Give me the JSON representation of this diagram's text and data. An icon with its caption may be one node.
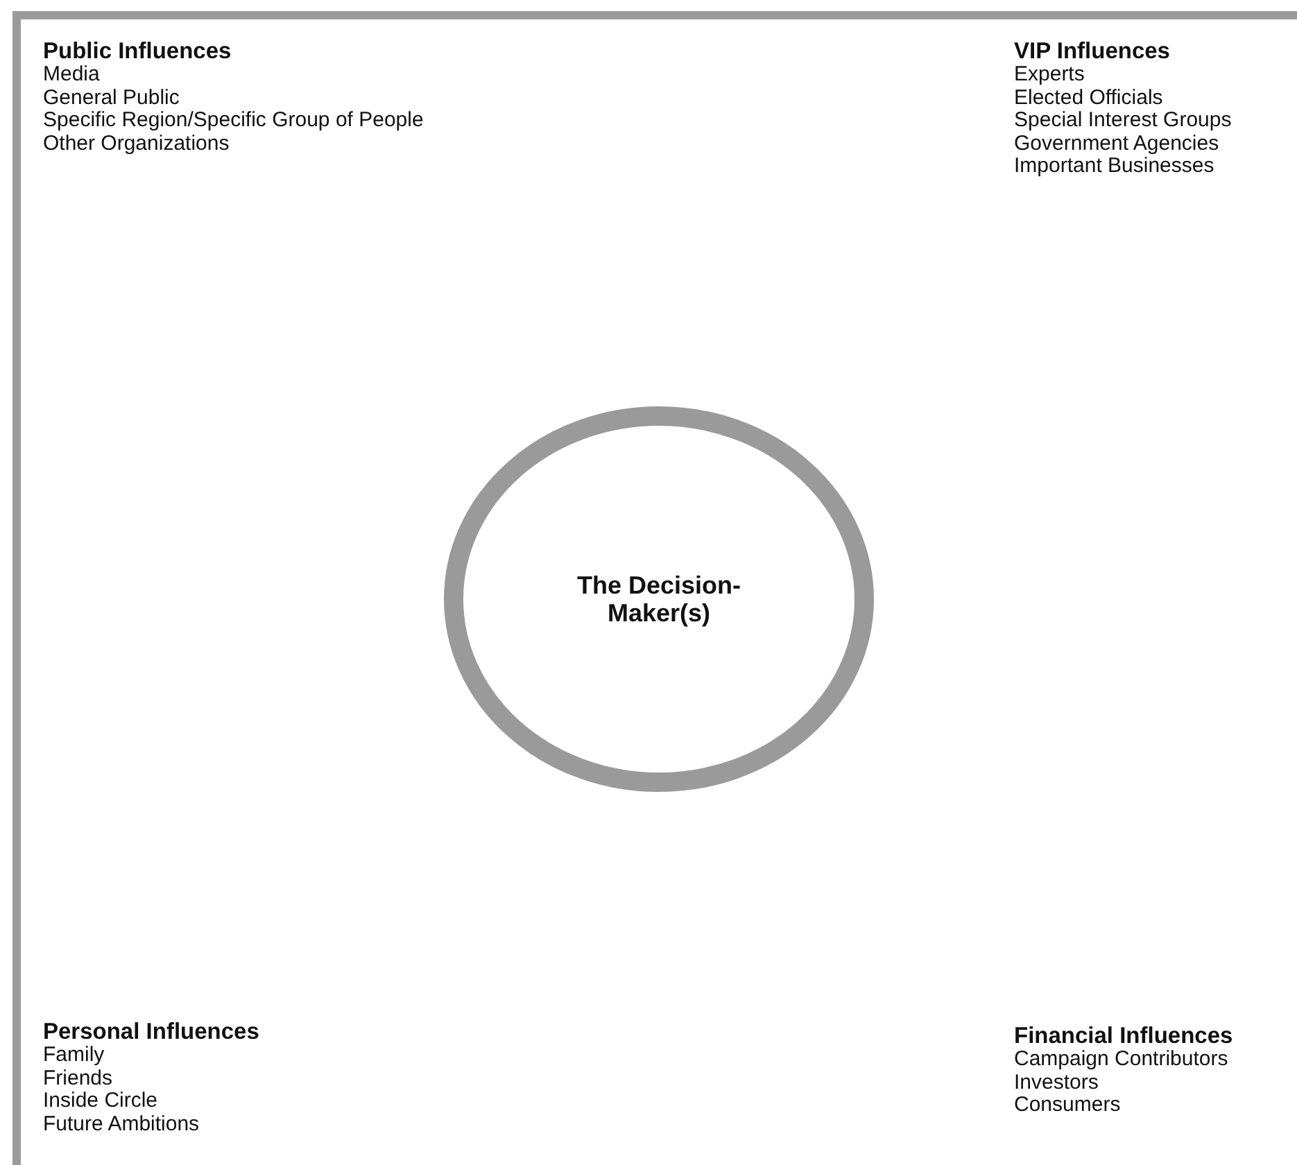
{
  "diagram": {
    "nodes": [
      {
        "text": [
          "The Decision-Maker(s)"
        ]
      }
    ],
    "labels": [
      "Public Influences",
      "Media",
      "General Public",
      "Specific Region/Specific Group of People",
      "Other Organizations",
      "VIP Influences",
      "Experts",
      "Elected Officials",
      "Special Interest Groups",
      "Government Agencies",
      "Important Businesses",
      "Personal Influences",
      "Family",
      "Friends",
      "Inside Circle",
      "Future Ambitions",
      "Financial Influences",
      "Campaign Contributors",
      "Investors",
      "Consumers"
    ]
  }
}
